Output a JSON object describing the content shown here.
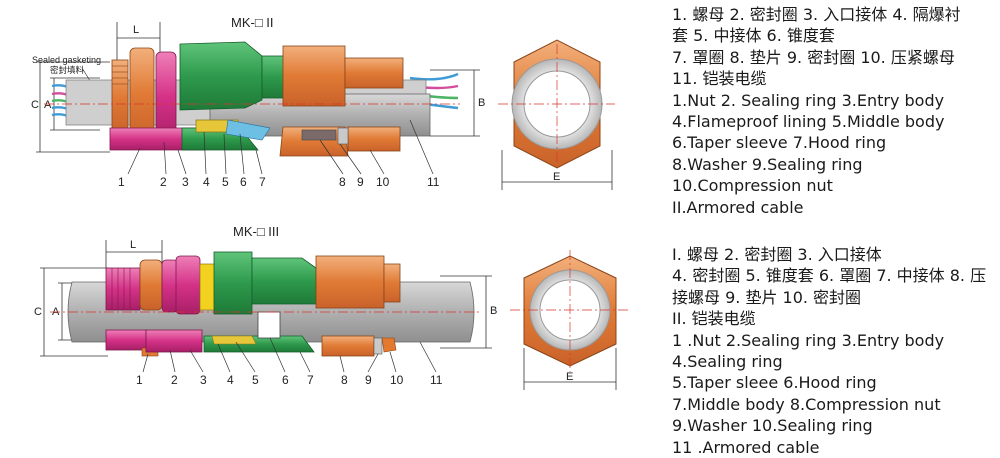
{
  "figures": {
    "top": {
      "title": "MK-□ II",
      "dim_l": "L",
      "dim_c": "C",
      "dim_a": "A",
      "dim_b": "B",
      "dim_e": "E",
      "gasket_label": "Sealed gasketing",
      "gasket_label_cn": "密封填料",
      "callouts": [
        "1",
        "2",
        "3",
        "4",
        "5",
        "6",
        "7",
        "8",
        "9",
        "10",
        "11"
      ]
    },
    "bottom": {
      "title": "MK-□ III",
      "dim_l": "L",
      "dim_c": "C",
      "dim_a": "A",
      "dim_b": "B",
      "dim_e": "E",
      "callouts": [
        "1",
        "2",
        "3",
        "4",
        "5",
        "6",
        "7",
        "8",
        "9",
        "10",
        "11"
      ]
    }
  },
  "legend_top": {
    "cn_1": "1. 螺母 2. 密封圈 3. 入口接体 4. 隔爆衬",
    "cn_2": "套 5. 中接体 6. 锥度套",
    "cn_3": "7. 罩圈 8. 垫片 9. 密封圈 10. 压紧螺母",
    "cn_4": "11. 铠装电缆",
    "en_1": "1.Nut   2. Sealing ring   3.Entry body",
    "en_2": "4.Flameproof lining   5.Middle body",
    "en_3": "6.Taper sleeve   7.Hood ring",
    "en_4": "8.Washer   9.Sealing ring",
    "en_5": "10.Compression nut",
    "en_6": "II.Armored cable"
  },
  "legend_bottom": {
    "cn_1": "I. 螺母 2. 密封圈 3. 入口接体",
    "cn_2": "4. 密封圈 5. 锥度套 6. 罩圈 7. 中接体 8. 压",
    "cn_3": "接螺母 9. 垫片 10. 密封圈",
    "cn_4": "II. 铠装电缆",
    "en_1": "1 .Nut   2.Sealing ring   3.Entry body",
    "en_2": "4.Sealing ring",
    "en_3": "5.Taper sleee   6.Hood ring",
    "en_4": "7.Middle body   8.Compression nut",
    "en_5": "9.Washer   10.Sealing ring",
    "en_6": "11 .Armored cable"
  },
  "colors": {
    "nut_orange": "#e8894a",
    "seal_pink": "#d9388f",
    "entry_green": "#2f9e4f",
    "cable_gray": "#b9b9b9",
    "compress_orange": "#e2792f",
    "lining_yellow": "#e4c83a",
    "inner_blue": "#4aa3d8",
    "ring_light": "#d6d6d6",
    "centerline_red": "#d9342b"
  }
}
